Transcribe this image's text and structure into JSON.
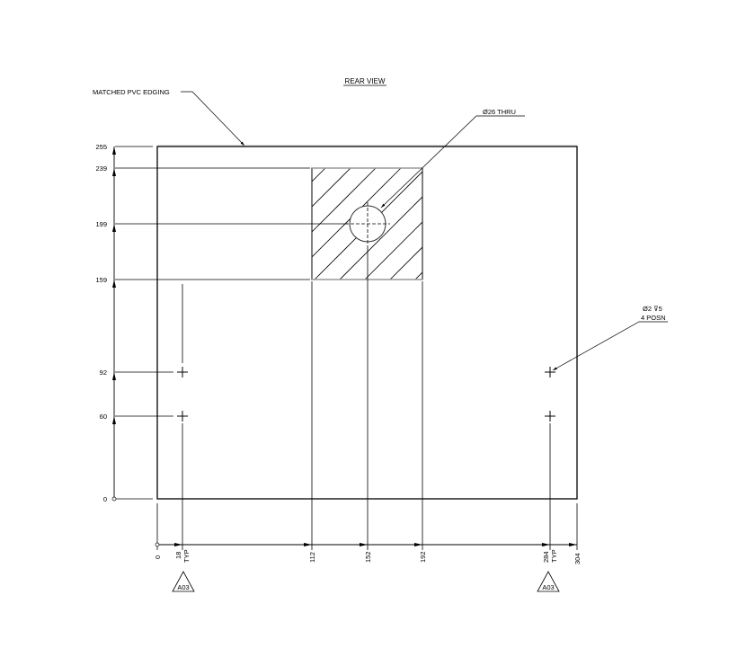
{
  "title": "REAR VIEW",
  "annotations": {
    "edging": "MATCHED PVC EDGING",
    "big_hole": "Ø26 THRU",
    "small_holes_line1": "Ø2 ⊽5",
    "small_holes_line2": "4 POSN"
  },
  "vertical_dims": [
    "255",
    "239",
    "199",
    "159",
    "92",
    "60",
    "0"
  ],
  "horizontal_dims": {
    "d0": "0",
    "d18": "18",
    "d18_typ": "TYP",
    "d112": "112",
    "d152": "152",
    "d192": "192",
    "d284": "284",
    "d284_typ": "TYP",
    "d304": "304"
  },
  "section_markers": [
    "A03",
    "A03"
  ],
  "colors": {
    "line": "#000000",
    "edge_grey": "#999999",
    "paper": "#ffffff"
  }
}
